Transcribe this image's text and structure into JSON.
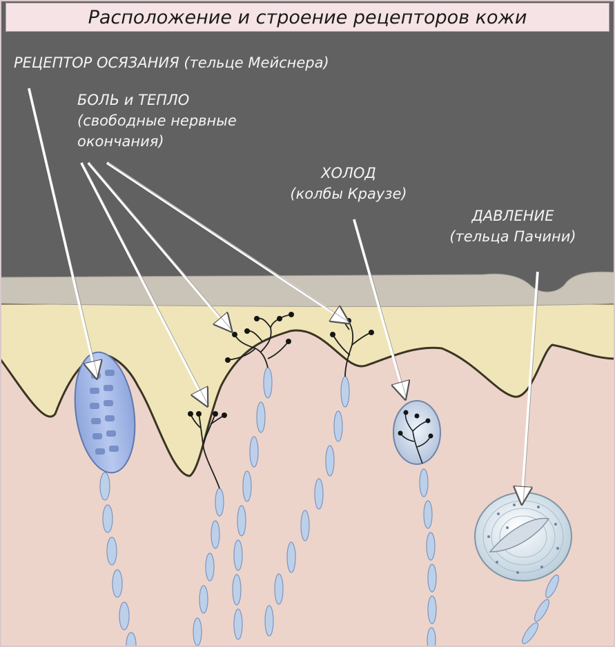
{
  "title": "Расположение и строение рецепторов кожи",
  "labels": {
    "touch": {
      "line1": "РЕЦЕПТОР ОСЯЗАНИЯ (тельце Мейснера)"
    },
    "pain": {
      "line1": "БОЛЬ и ТЕПЛО",
      "line2": "(свободные нервные",
      "line3": "окончания)"
    },
    "cold": {
      "line1": "ХОЛОД",
      "line2": "(колбы Краузе)"
    },
    "pressure": {
      "line1": "ДАВЛЕНИЕ",
      "line2": "(тельца Пачини)"
    }
  },
  "colors": {
    "epidermis": "#616161",
    "stratum": "#c9c3b8",
    "papillary_layer": "#efe5b8",
    "dermis": "#ecd4cb",
    "nerve_fiber": "#bcd0ea",
    "meissner_body": "#a9bde8",
    "pacinian_body": "#e2ecf3"
  }
}
